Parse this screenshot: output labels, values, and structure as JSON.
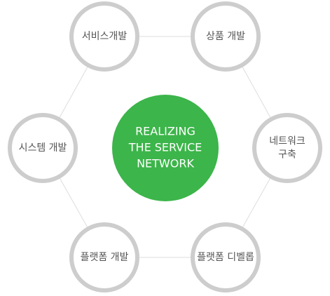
{
  "center": {
    "lines": [
      "REALIZING",
      "THE SERVICE",
      "NETWORK"
    ]
  },
  "nodes": [
    {
      "id": "service-dev",
      "lines": [
        "서비스개발"
      ]
    },
    {
      "id": "product-dev",
      "lines": [
        "상품 개발"
      ]
    },
    {
      "id": "network-build",
      "lines": [
        "네트워크",
        "구축"
      ]
    },
    {
      "id": "platform-develop",
      "lines": [
        "플랫폼 디벨롭"
      ]
    },
    {
      "id": "platform-dev",
      "lines": [
        "플랫폼 개발"
      ]
    },
    {
      "id": "system-dev",
      "lines": [
        "시스템 개발"
      ]
    }
  ],
  "colors": {
    "center_fill": "#3cb54a",
    "node_stroke": "#cdcdcd",
    "node_text": "#555555",
    "connector": "#dddddd"
  }
}
